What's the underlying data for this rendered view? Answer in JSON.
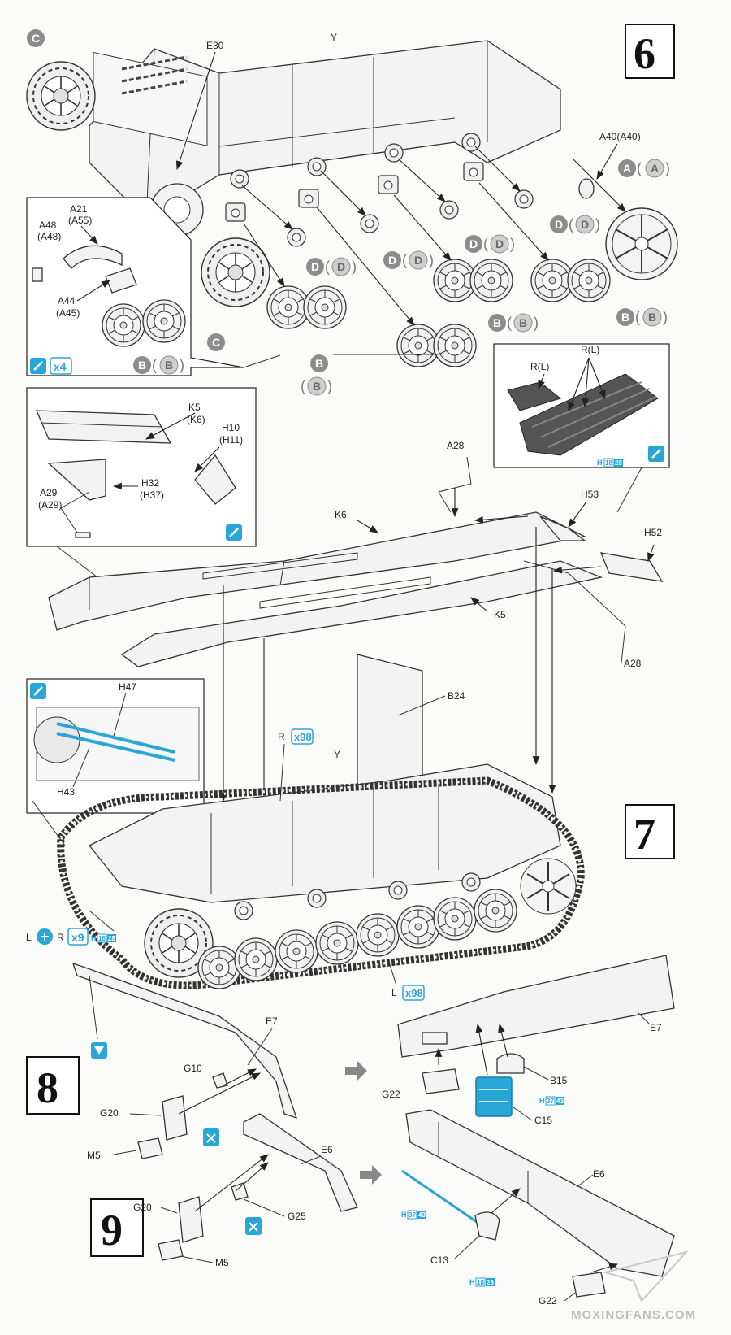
{
  "steps": [
    "6",
    "7",
    "8",
    "9"
  ],
  "step6": {
    "labels": {
      "e30": "E30",
      "y": "Y",
      "a40": "A40(A40)",
      "a21": "A21",
      "a55": "(A55)",
      "a48": "A48",
      "a48p": "(A48)",
      "a44": "A44",
      "a45": "(A45)",
      "rl_left": "R(L)",
      "rl_right": "R(L)"
    },
    "badges": {
      "c": "C",
      "a": "A",
      "d": "D",
      "b": "B"
    },
    "qty_x4": "x4",
    "paint_h": "H",
    "paint_h_nums": [
      "18",
      "28"
    ]
  },
  "step7": {
    "labels": {
      "k5": "K5",
      "k6p": "(K6)",
      "h10": "H10",
      "h11p": "(H11)",
      "h32": "H32",
      "h37p": "(H37)",
      "a29": "A29",
      "a29p": "(A29)",
      "k6": "K6",
      "k5b": "K5",
      "a28_top": "A28",
      "a28_bottom": "A28",
      "h53": "H53",
      "h52": "H52",
      "b24": "B24",
      "y": "Y",
      "h47": "H47",
      "h43": "H43",
      "r": "R",
      "l": "L"
    },
    "qty": {
      "x98_top": "x98",
      "x9": "x9",
      "x98_bottom": "x98"
    },
    "paint_h": "H",
    "paint_h_nums": [
      "18",
      "28"
    ]
  },
  "step8": {
    "labels": {
      "e7": "E7",
      "e7b": "E7",
      "g10": "G10",
      "g20": "G20",
      "m5": "M5",
      "g22": "G22",
      "b15": "B15",
      "c15": "C15"
    },
    "paint_h": "H",
    "paint_h_nums": [
      "37",
      "43"
    ]
  },
  "step9": {
    "labels": {
      "e6": "E6",
      "e6b": "E6",
      "g20": "G20",
      "g25": "G25",
      "m5": "M5",
      "c13": "C13",
      "g22": "G22"
    },
    "paint_h": "H",
    "paint_h_nums_a": [
      "37",
      "43"
    ],
    "paint_h_nums_b": [
      "18",
      "28"
    ]
  },
  "watermark": "MOXINGFANS.COM",
  "colors": {
    "accent_blue": "#29a6d8",
    "badge_grey": "#8c8c8c",
    "paper": "#fbfbf9"
  },
  "icons": [
    "paint-brush-icon",
    "cement-icon",
    "remove-part-icon",
    "drill-hole-icon"
  ]
}
